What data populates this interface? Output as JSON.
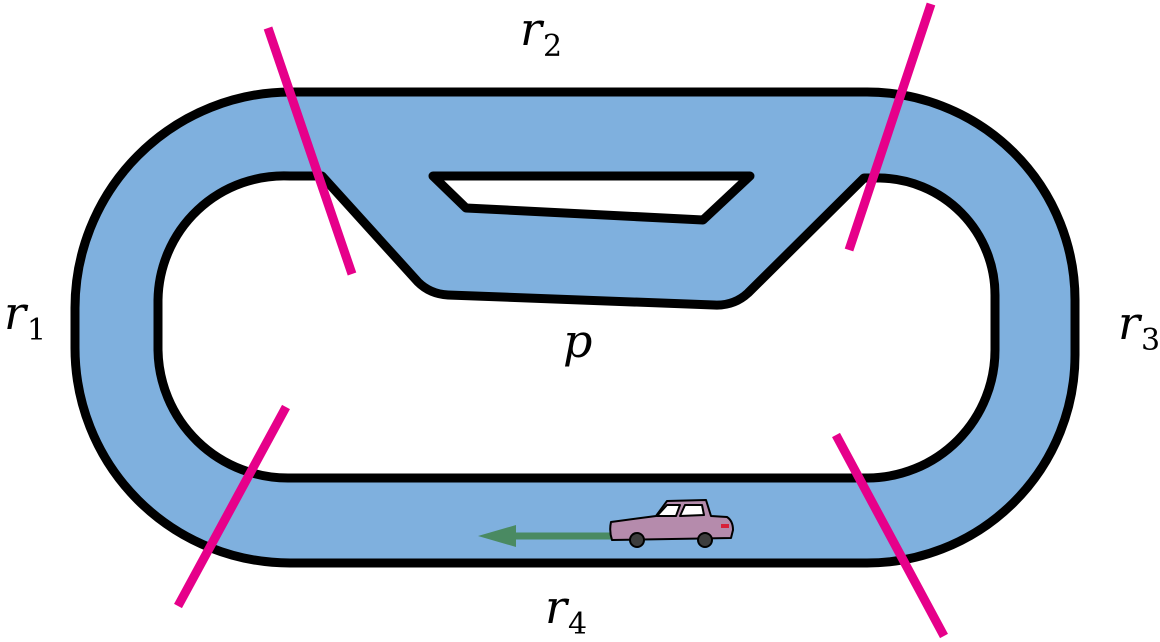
{
  "colors": {
    "track": "#7fb0de",
    "outline": "#000000",
    "boundary": "#e6008a",
    "arrow": "#4a8a62",
    "car_body": "#b58bac",
    "background": "#ffffff"
  },
  "labels": {
    "r1": {
      "base": "r",
      "sub": "1"
    },
    "r2": {
      "base": "r",
      "sub": "2"
    },
    "r3": {
      "base": "r",
      "sub": "3"
    },
    "r4": {
      "base": "r",
      "sub": "4"
    },
    "p": {
      "base": "p"
    }
  },
  "icons": {
    "car": "car-icon",
    "direction": "arrow-left-icon"
  }
}
